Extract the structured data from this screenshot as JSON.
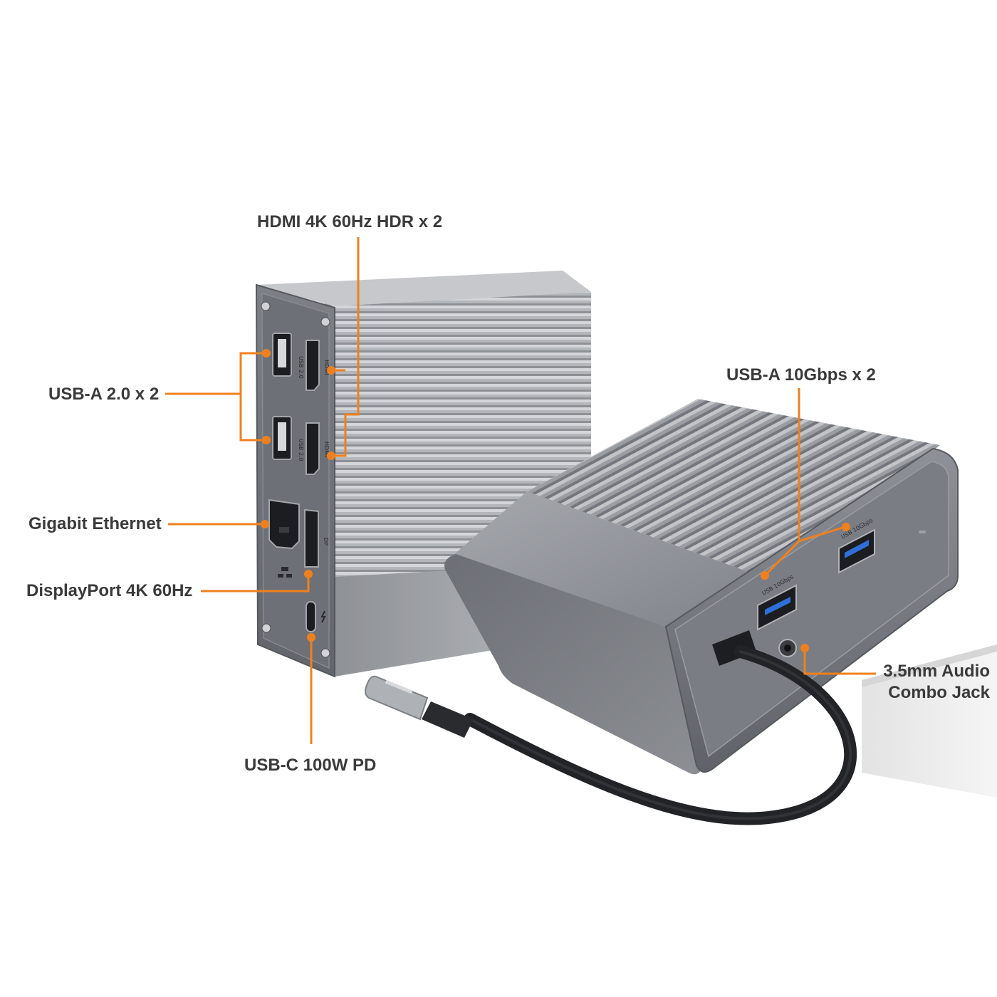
{
  "callouts": {
    "hdmi": "HDMI 4K 60Hz HDR x 2",
    "usb_a_2": "USB-A 2.0 x 2",
    "ethernet": "Gigabit Ethernet",
    "displayport": "DisplayPort 4K 60Hz",
    "usb_c": "USB-C 100W PD",
    "usb_a_10": "USB-A 10Gbps x 2",
    "audio_line1": "3.5mm Audio",
    "audio_line2": "Combo Jack"
  },
  "port_labels": {
    "usb20": "USB 2.0",
    "hdmi": "HDMI",
    "dp": "DP",
    "usb10": "USB 10Gbps"
  },
  "colors": {
    "accent": "#f0801e",
    "text": "#3a3a3a",
    "body_dark": "#6e7177",
    "body_light": "#b5b8bd",
    "port": "#1c1d20",
    "usb3_blue": "#2f6fd8"
  }
}
